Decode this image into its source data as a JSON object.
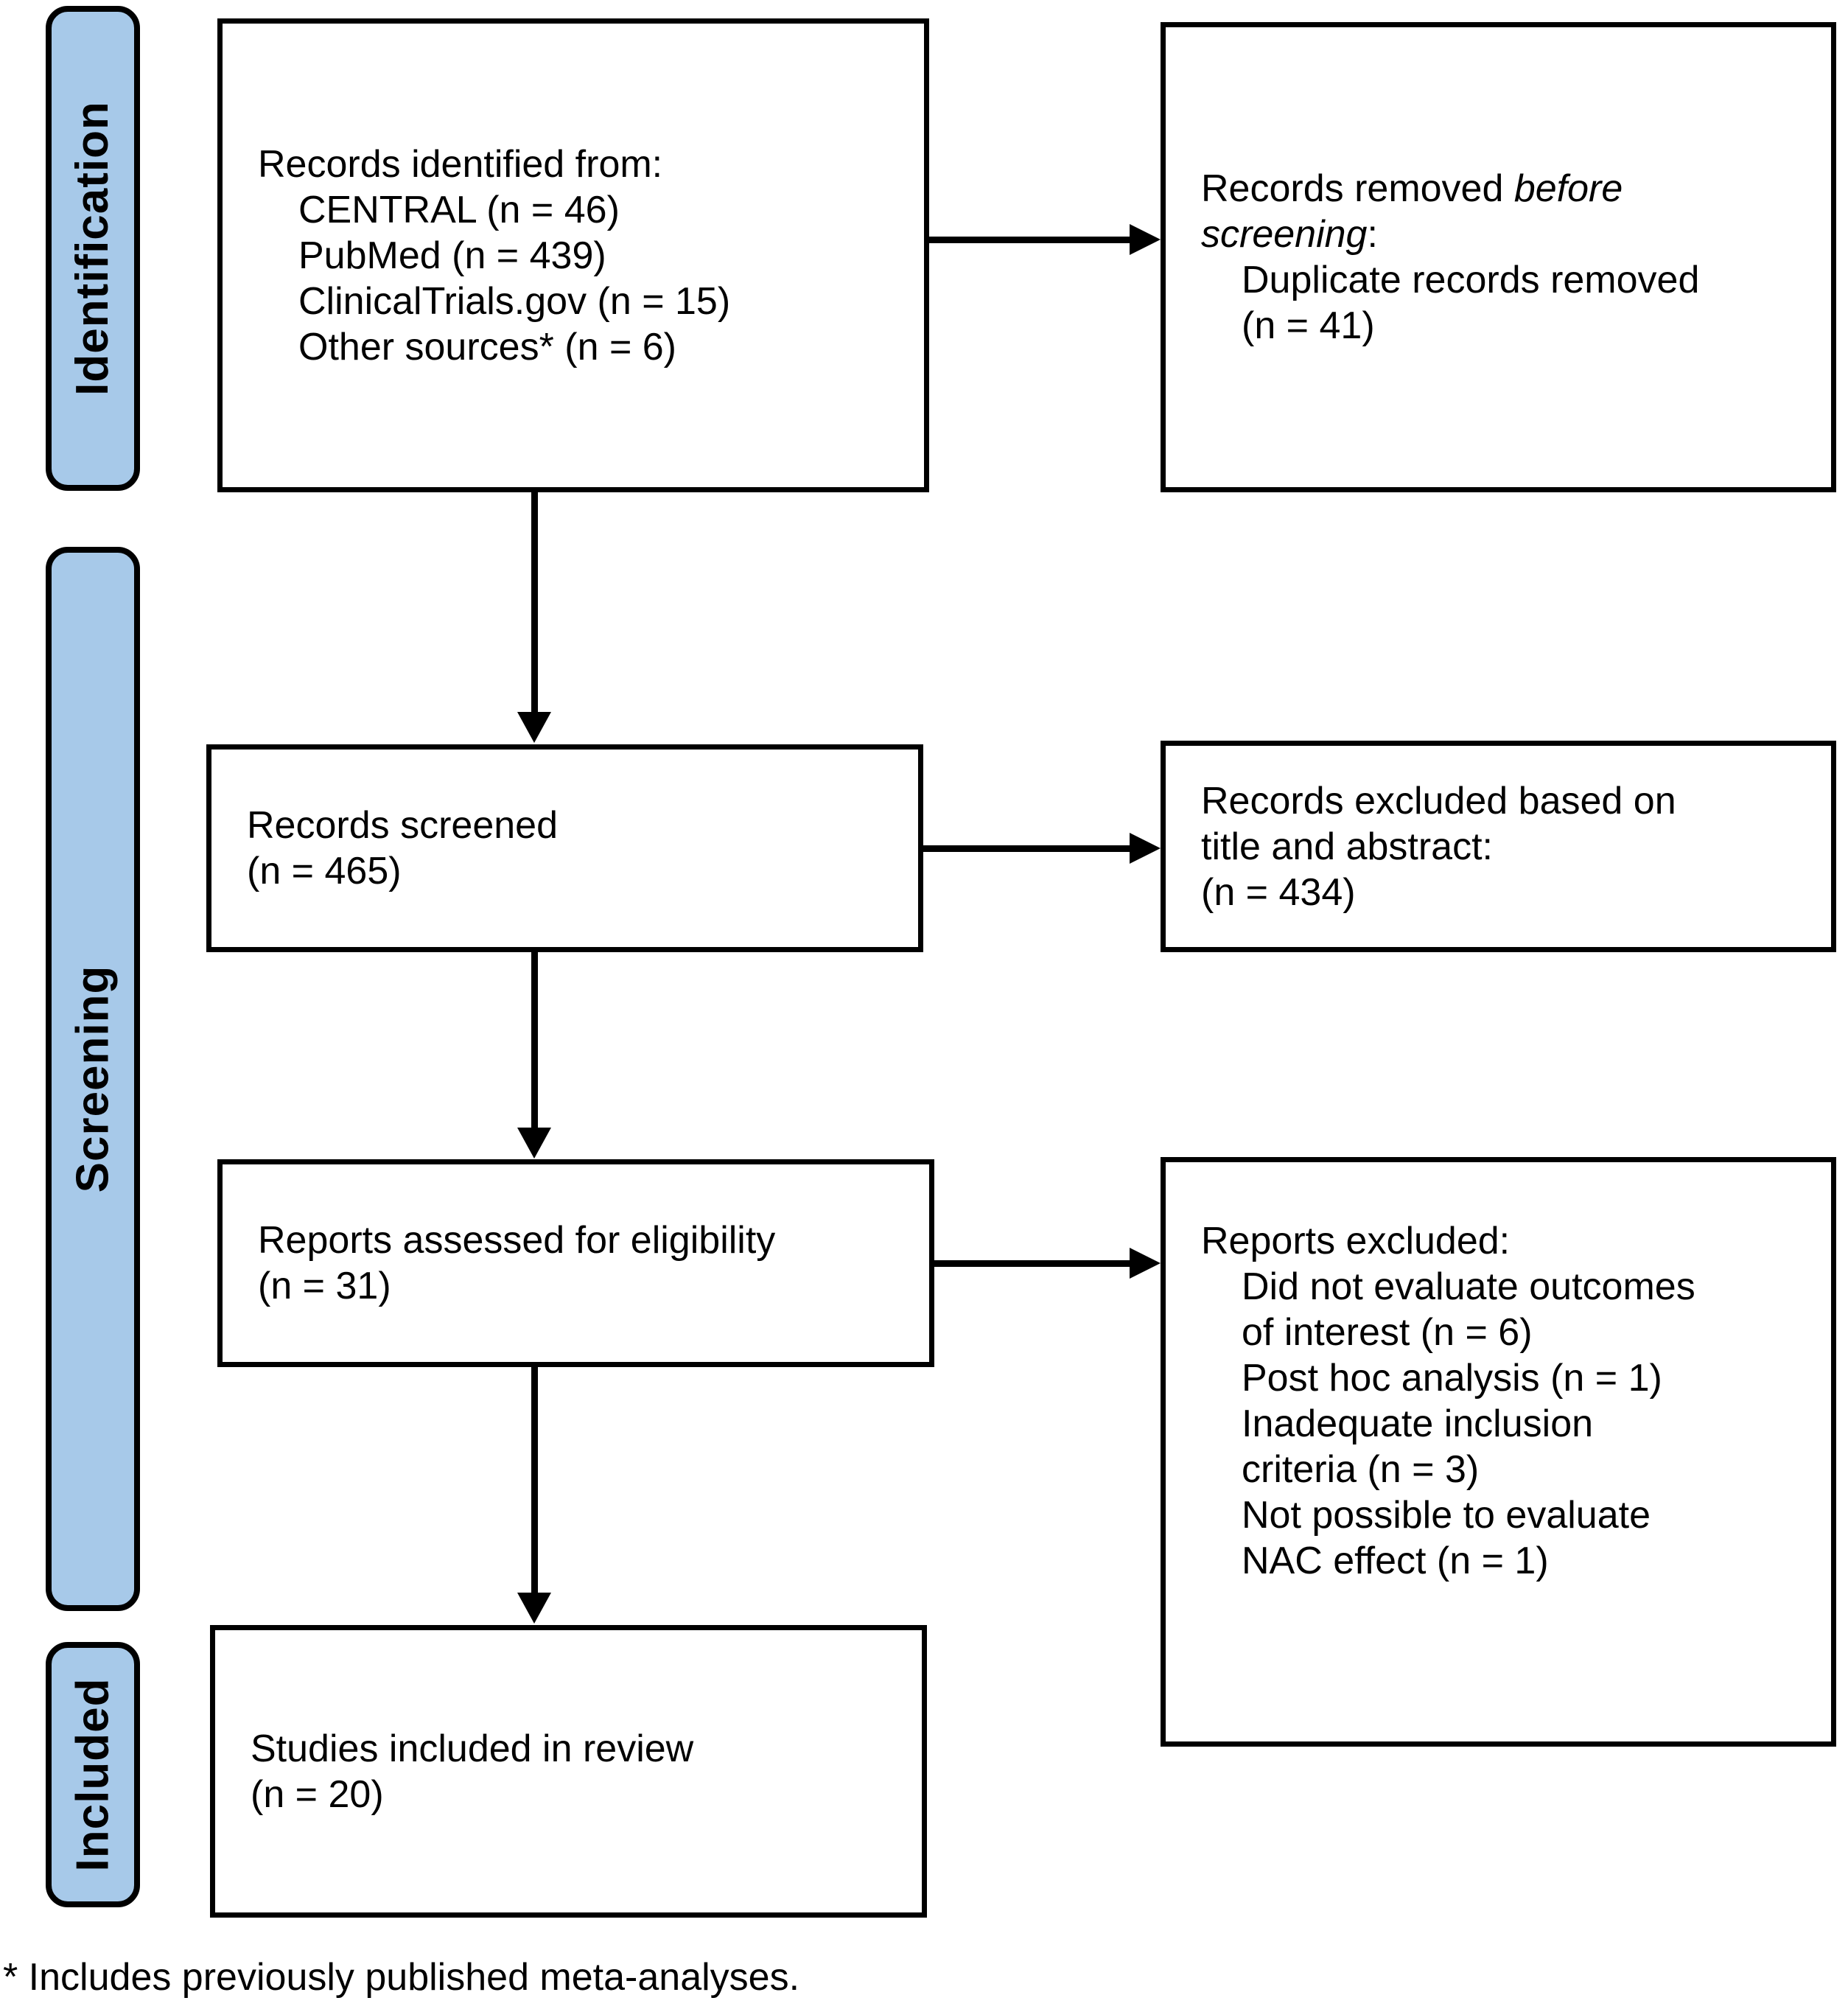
{
  "colors": {
    "sidebar_fill": "#A7C9E9",
    "border": "#000000"
  },
  "sidebar": {
    "items": [
      {
        "label": "Identification"
      },
      {
        "label": "Screening"
      },
      {
        "label": "Included"
      }
    ]
  },
  "boxes": {
    "identified": {
      "title": "Records identified from:",
      "items": [
        "CENTRAL (n = 46)",
        "PubMed (n = 439)",
        "ClinicalTrials.gov (n = 15)",
        "Other sources* (n = 6)"
      ]
    },
    "removed": {
      "line1_normal": "Records removed ",
      "line1_italic": "before",
      "line2_italic": "screening",
      "line2_suffix": ":",
      "items": [
        "Duplicate records removed\n(n = 41)"
      ]
    },
    "screened": {
      "text": "Records screened\n(n = 465)"
    },
    "excluded_title_abstract": {
      "text": "Records excluded based on\ntitle and abstract:\n(n = 434)"
    },
    "eligibility": {
      "text": "Reports assessed for eligibility\n(n = 31)"
    },
    "reports_excluded": {
      "title": "Reports excluded:",
      "items": [
        "Did not evaluate outcomes\nof interest (n = 6)",
        "Post hoc analysis (n = 1)",
        "Inadequate inclusion\ncriteria (n = 3)",
        "Not possible to evaluate\nNAC effect (n = 1)"
      ]
    },
    "included": {
      "text": "Studies included in review\n(n = 20)"
    }
  },
  "footnote": "* Includes previously published meta-analyses."
}
